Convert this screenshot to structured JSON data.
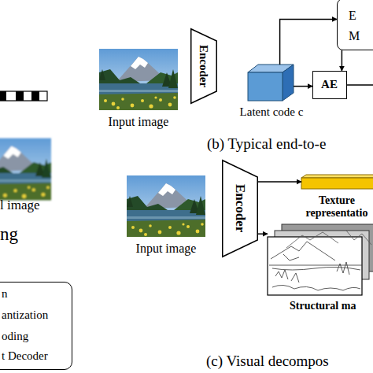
{
  "diagram": {
    "nodes": [
      {
        "text": [
          "E M"
        ]
      },
      {
        "text": [
          "Input image"
        ]
      },
      {
        "text": [
          "Encoder"
        ]
      },
      {
        "text": [
          "Latent code c"
        ]
      },
      {
        "text": [
          "AE"
        ]
      },
      {
        "text": [
          "Input image"
        ]
      },
      {
        "text": [
          "Encoder"
        ]
      },
      {
        "text": [
          "Texture representatio"
        ]
      },
      {
        "text": [
          "Structural ma"
        ]
      },
      {
        "text": [
          "n",
          "antization",
          "oding",
          "t Decoder"
        ]
      }
    ],
    "edges": [
      {
        "from": 3,
        "to": 4,
        "arrow": "to"
      },
      {
        "from": 3,
        "to": 0,
        "arrow": "to"
      },
      {
        "from": 0,
        "to": 4,
        "arrow": "to"
      },
      {
        "from": 6,
        "to": 7,
        "arrow": "to"
      },
      {
        "from": 6,
        "to": 8,
        "arrow": "to"
      }
    ],
    "labels": [
      "l image",
      "ng",
      "(b) Typical end-to-e",
      "(c) Visual decompos"
    ]
  }
}
